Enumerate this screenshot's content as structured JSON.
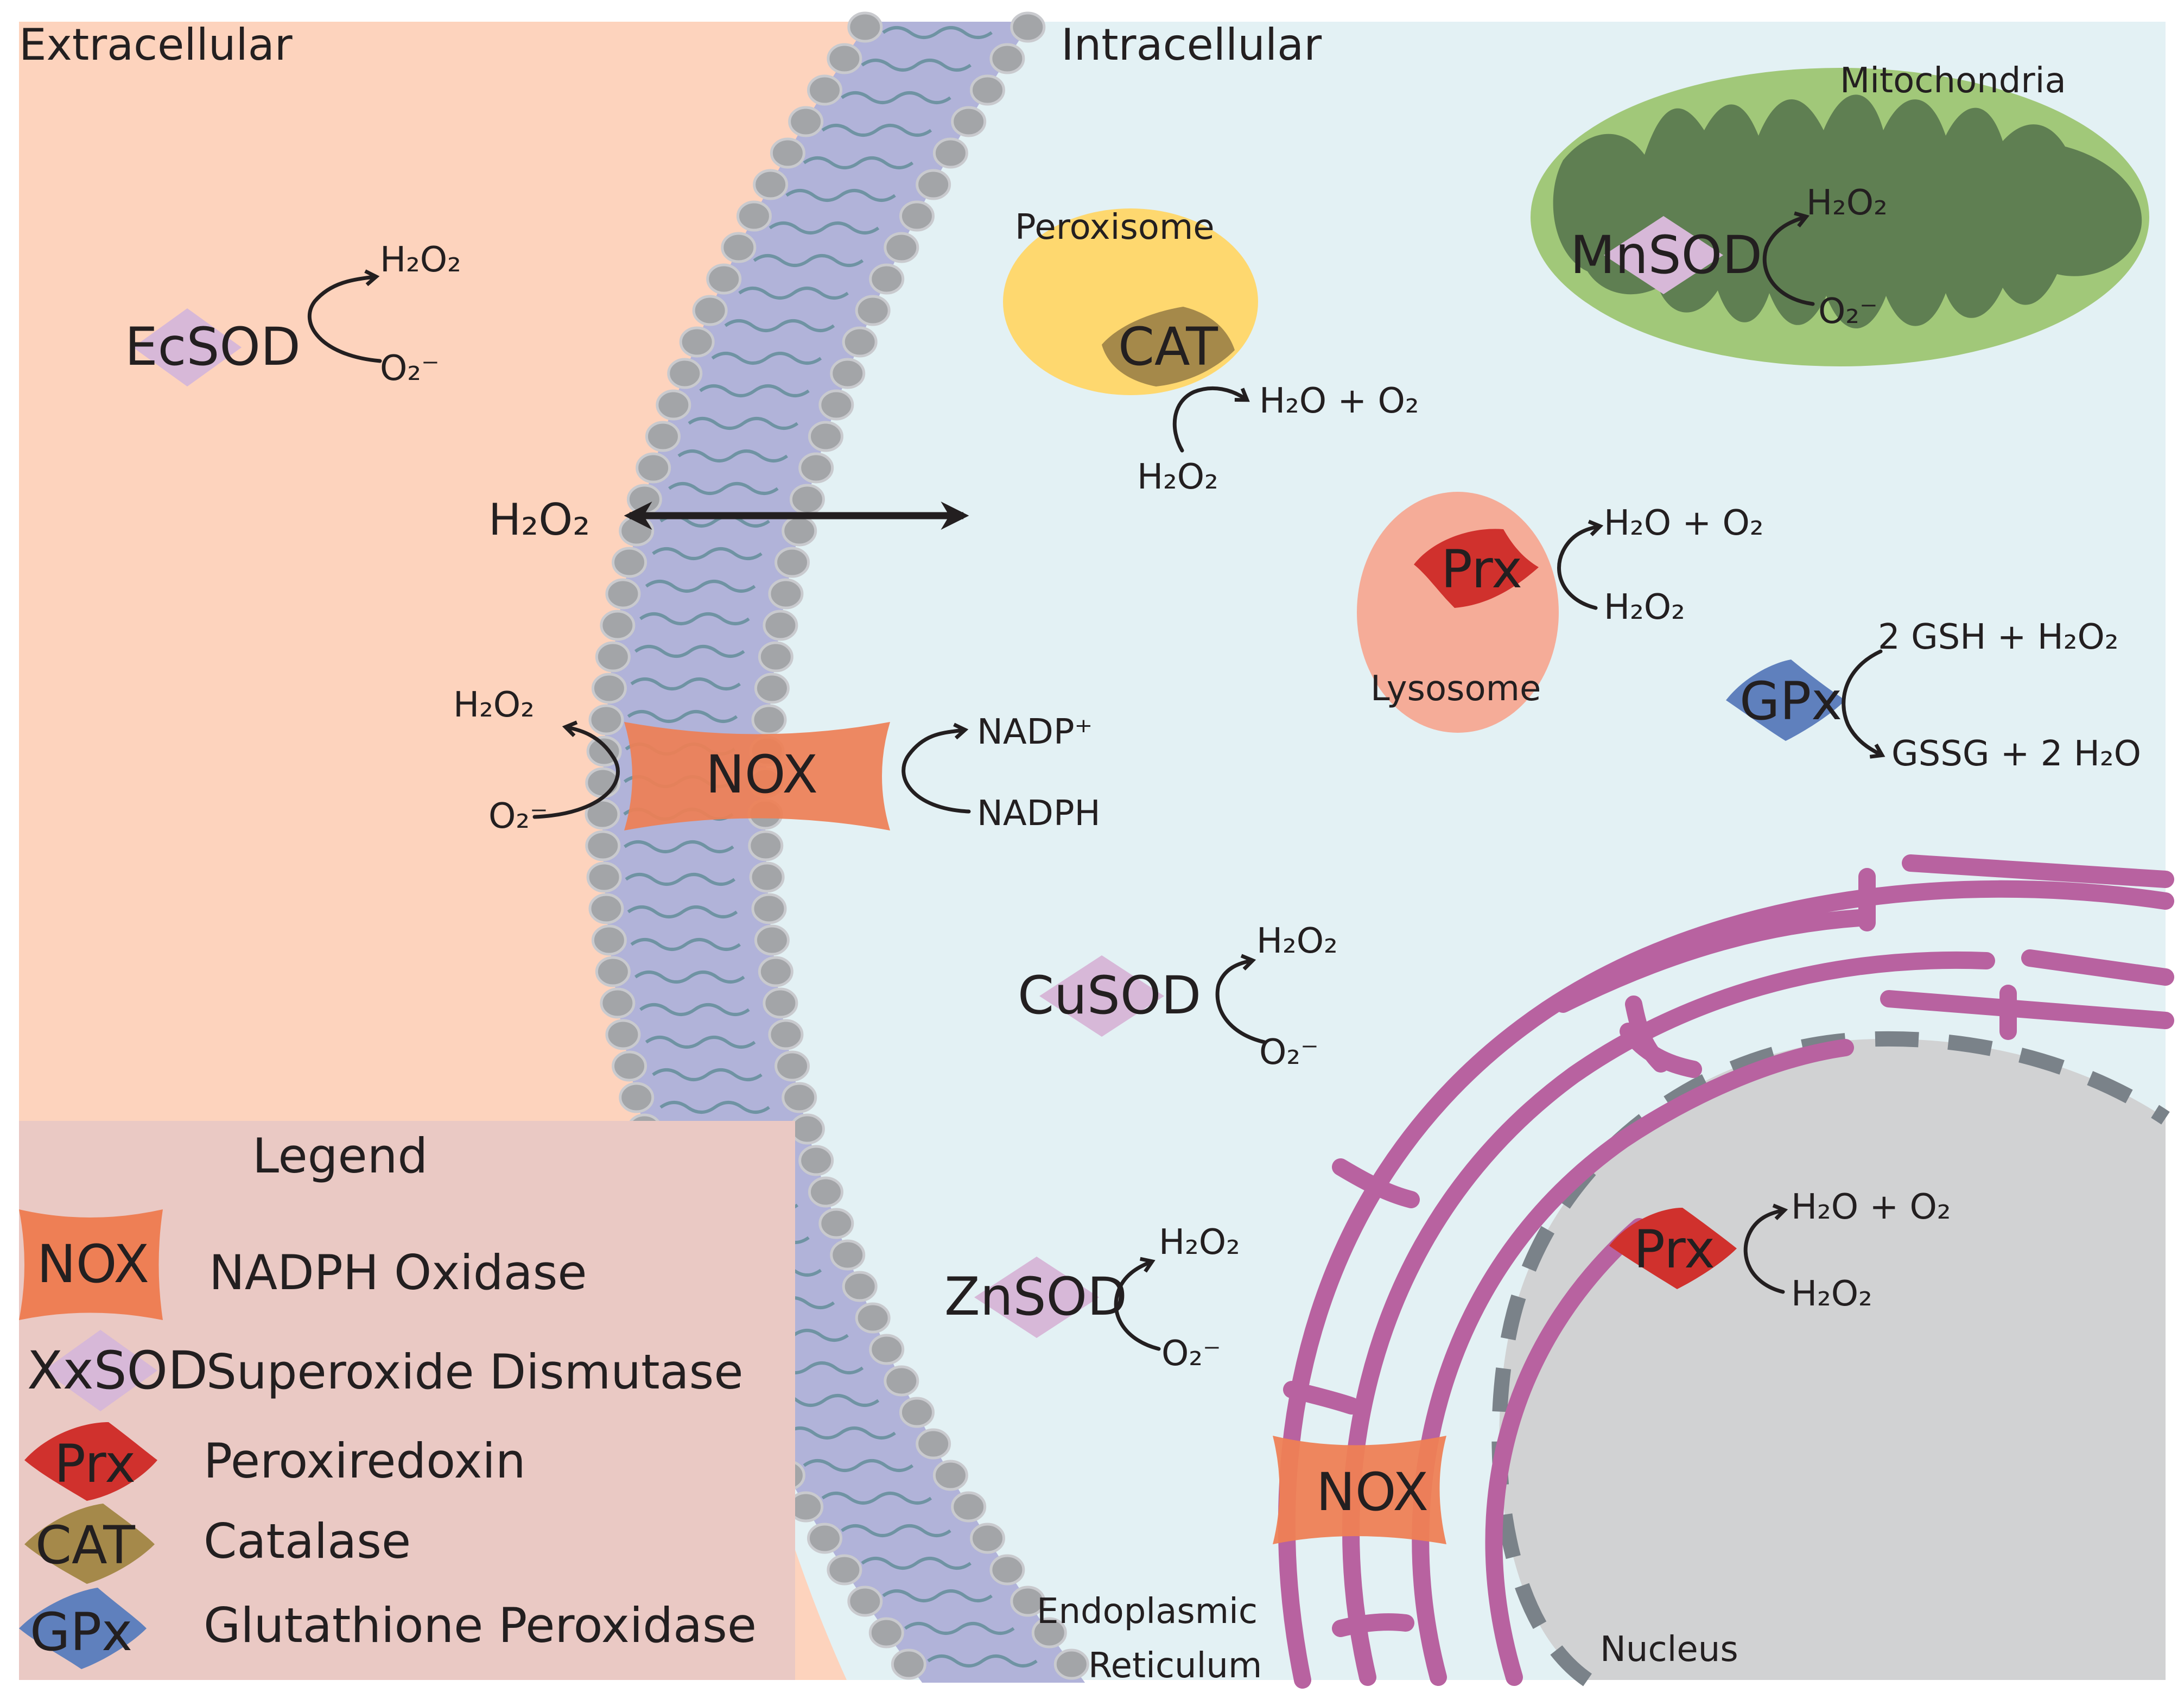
{
  "regions": {
    "extracellular": "Extracellular",
    "intracellular": "Intracellular"
  },
  "organelles": {
    "mitochondria": "Mitochondria",
    "peroxisome": "Peroxisome",
    "lysosome": "Lysosome",
    "er_line1": "Endoplasmic",
    "er_line2": "Reticulum",
    "nucleus": "Nucleus"
  },
  "enzymes": {
    "ecsod": "EcSOD",
    "mnsod": "MnSOD",
    "cat": "CAT",
    "prx": "Prx",
    "gpx": "GPx",
    "nox": "NOX",
    "cusod": "CuSOD",
    "znsod": "ZnSOD"
  },
  "chem": {
    "h2o2": "H₂O₂",
    "o2_minus": "O₂⁻",
    "h2o_o2": "H₂O + O₂",
    "nadp_plus": "NADP⁺",
    "nadph": "NADPH",
    "gsh_h2o2": "2 GSH + H₂O₂",
    "gssg_h2o": "GSSG + 2 H₂O"
  },
  "legend": {
    "title": "Legend",
    "items": [
      {
        "symbol": "NOX",
        "label": "NADPH Oxidase"
      },
      {
        "symbol": "XxSOD",
        "label": "Superoxide Dismutase"
      },
      {
        "symbol": "Prx",
        "label": "Peroxiredoxin"
      },
      {
        "symbol": "CAT",
        "label": "Catalase"
      },
      {
        "symbol": "GPx",
        "label": "Glutathione Peroxidase"
      }
    ]
  },
  "colors": {
    "extracellular": "#fdd3bd",
    "intracellular": "#e3f1f4",
    "legend_bg": "#eac9c4",
    "membrane_core": "#b1b3d9",
    "membrane_head": "#a3a5a8",
    "mito_outer": "#a1c879",
    "mito_inner": "#5f7f52",
    "peroxisome": "#fed86f",
    "lysosome": "#f5ac98",
    "er": "#b862a0",
    "nucleus": "#d1d2d3",
    "nuclear_envelope": "#7a8289",
    "sod": "#d7b8d8",
    "nox": "#ee7f55",
    "prx": "#d0312d",
    "cat": "#a5894a",
    "gpx": "#5f80bd"
  }
}
